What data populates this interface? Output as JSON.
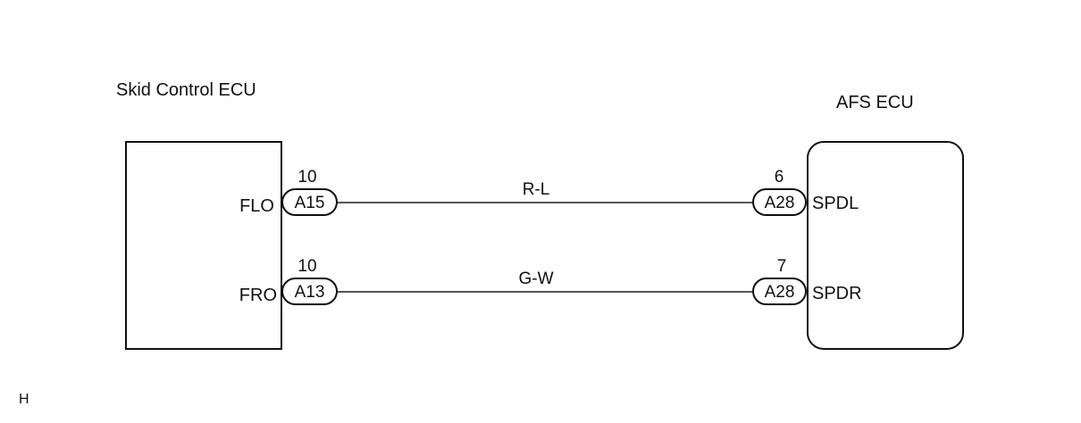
{
  "ecu_left": {
    "name": "Skid Control ECU",
    "terminals": [
      "FLO",
      "FRO"
    ]
  },
  "ecu_right": {
    "name": "AFS ECU",
    "terminals": [
      "SPDL",
      "SPDR"
    ]
  },
  "wires": [
    {
      "color_code": "R-L",
      "left_connector": {
        "code": "A15",
        "pin": "10"
      },
      "right_connector": {
        "code": "A28",
        "pin": "6"
      }
    },
    {
      "color_code": "G-W",
      "left_connector": {
        "code": "A13",
        "pin": "10"
      },
      "right_connector": {
        "code": "A28",
        "pin": "7"
      }
    }
  ],
  "corner_mark": "H"
}
